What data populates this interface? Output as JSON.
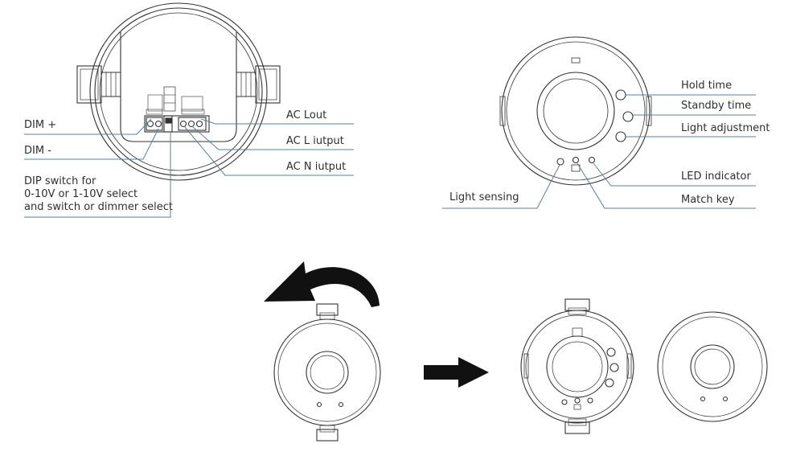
{
  "left_diagram": {
    "labels": {
      "dim_plus": "DIM +",
      "dim_minus": "DIM -",
      "dip_line1": "DIP switch for",
      "dip_line2": "0-10V or 1-10V select",
      "dip_line3": "and switch or dimmer select",
      "ac_lout": "AC Lout",
      "ac_l_input": "AC L iutput",
      "ac_n_input": "AC N iutput"
    }
  },
  "right_diagram": {
    "labels": {
      "hold_time": "Hold time",
      "standby_time": "Standby time",
      "light_adjustment": "Light adjustment",
      "led_indicator": "LED indicator",
      "light_sensing": "Light sensing",
      "match_key": "Match key"
    }
  },
  "colors": {
    "line_stroke": "#333333",
    "leader_line": "#5a7f9a",
    "arrow_fill": "#111111"
  }
}
